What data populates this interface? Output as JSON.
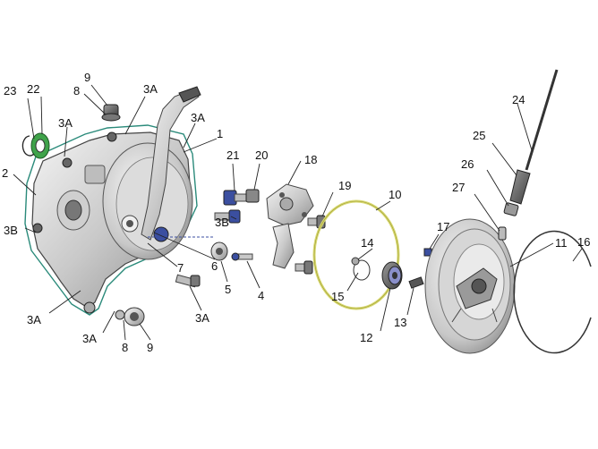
{
  "diagram": {
    "labels": [
      {
        "id": "l1",
        "text": "1"
      },
      {
        "id": "l2",
        "text": "2"
      },
      {
        "id": "l3a1",
        "text": "3A"
      },
      {
        "id": "l3a2",
        "text": "3A"
      },
      {
        "id": "l3a3",
        "text": "3A"
      },
      {
        "id": "l3a4",
        "text": "3A"
      },
      {
        "id": "l3a5",
        "text": "3A"
      },
      {
        "id": "l3a6",
        "text": "3A"
      },
      {
        "id": "l3b1",
        "text": "3B"
      },
      {
        "id": "l3b2",
        "text": "3B"
      },
      {
        "id": "l4",
        "text": "4"
      },
      {
        "id": "l5",
        "text": "5"
      },
      {
        "id": "l6",
        "text": "6"
      },
      {
        "id": "l7",
        "text": "7"
      },
      {
        "id": "l8a",
        "text": "8"
      },
      {
        "id": "l8b",
        "text": "8"
      },
      {
        "id": "l9a",
        "text": "9"
      },
      {
        "id": "l9b",
        "text": "9"
      },
      {
        "id": "l10",
        "text": "10"
      },
      {
        "id": "l11",
        "text": "11"
      },
      {
        "id": "l12",
        "text": "12"
      },
      {
        "id": "l13",
        "text": "13"
      },
      {
        "id": "l14",
        "text": "14"
      },
      {
        "id": "l15",
        "text": "15"
      },
      {
        "id": "l16",
        "text": "16"
      },
      {
        "id": "l17",
        "text": "17"
      },
      {
        "id": "l18",
        "text": "18"
      },
      {
        "id": "l19",
        "text": "19"
      },
      {
        "id": "l20",
        "text": "20"
      },
      {
        "id": "l21",
        "text": "21"
      },
      {
        "id": "l22",
        "text": "22"
      },
      {
        "id": "l23",
        "text": "23"
      },
      {
        "id": "l24",
        "text": "24"
      },
      {
        "id": "l25",
        "text": "25"
      },
      {
        "id": "l26",
        "text": "26"
      },
      {
        "id": "l27",
        "text": "27"
      }
    ],
    "colors": {
      "gasket_outline": "#2a8a7a",
      "o_ring": "#d8d870",
      "seal": "#3fa34a",
      "metal_light": "#e6e6e6",
      "metal_dark": "#8c8c8c",
      "line": "#222222"
    }
  }
}
